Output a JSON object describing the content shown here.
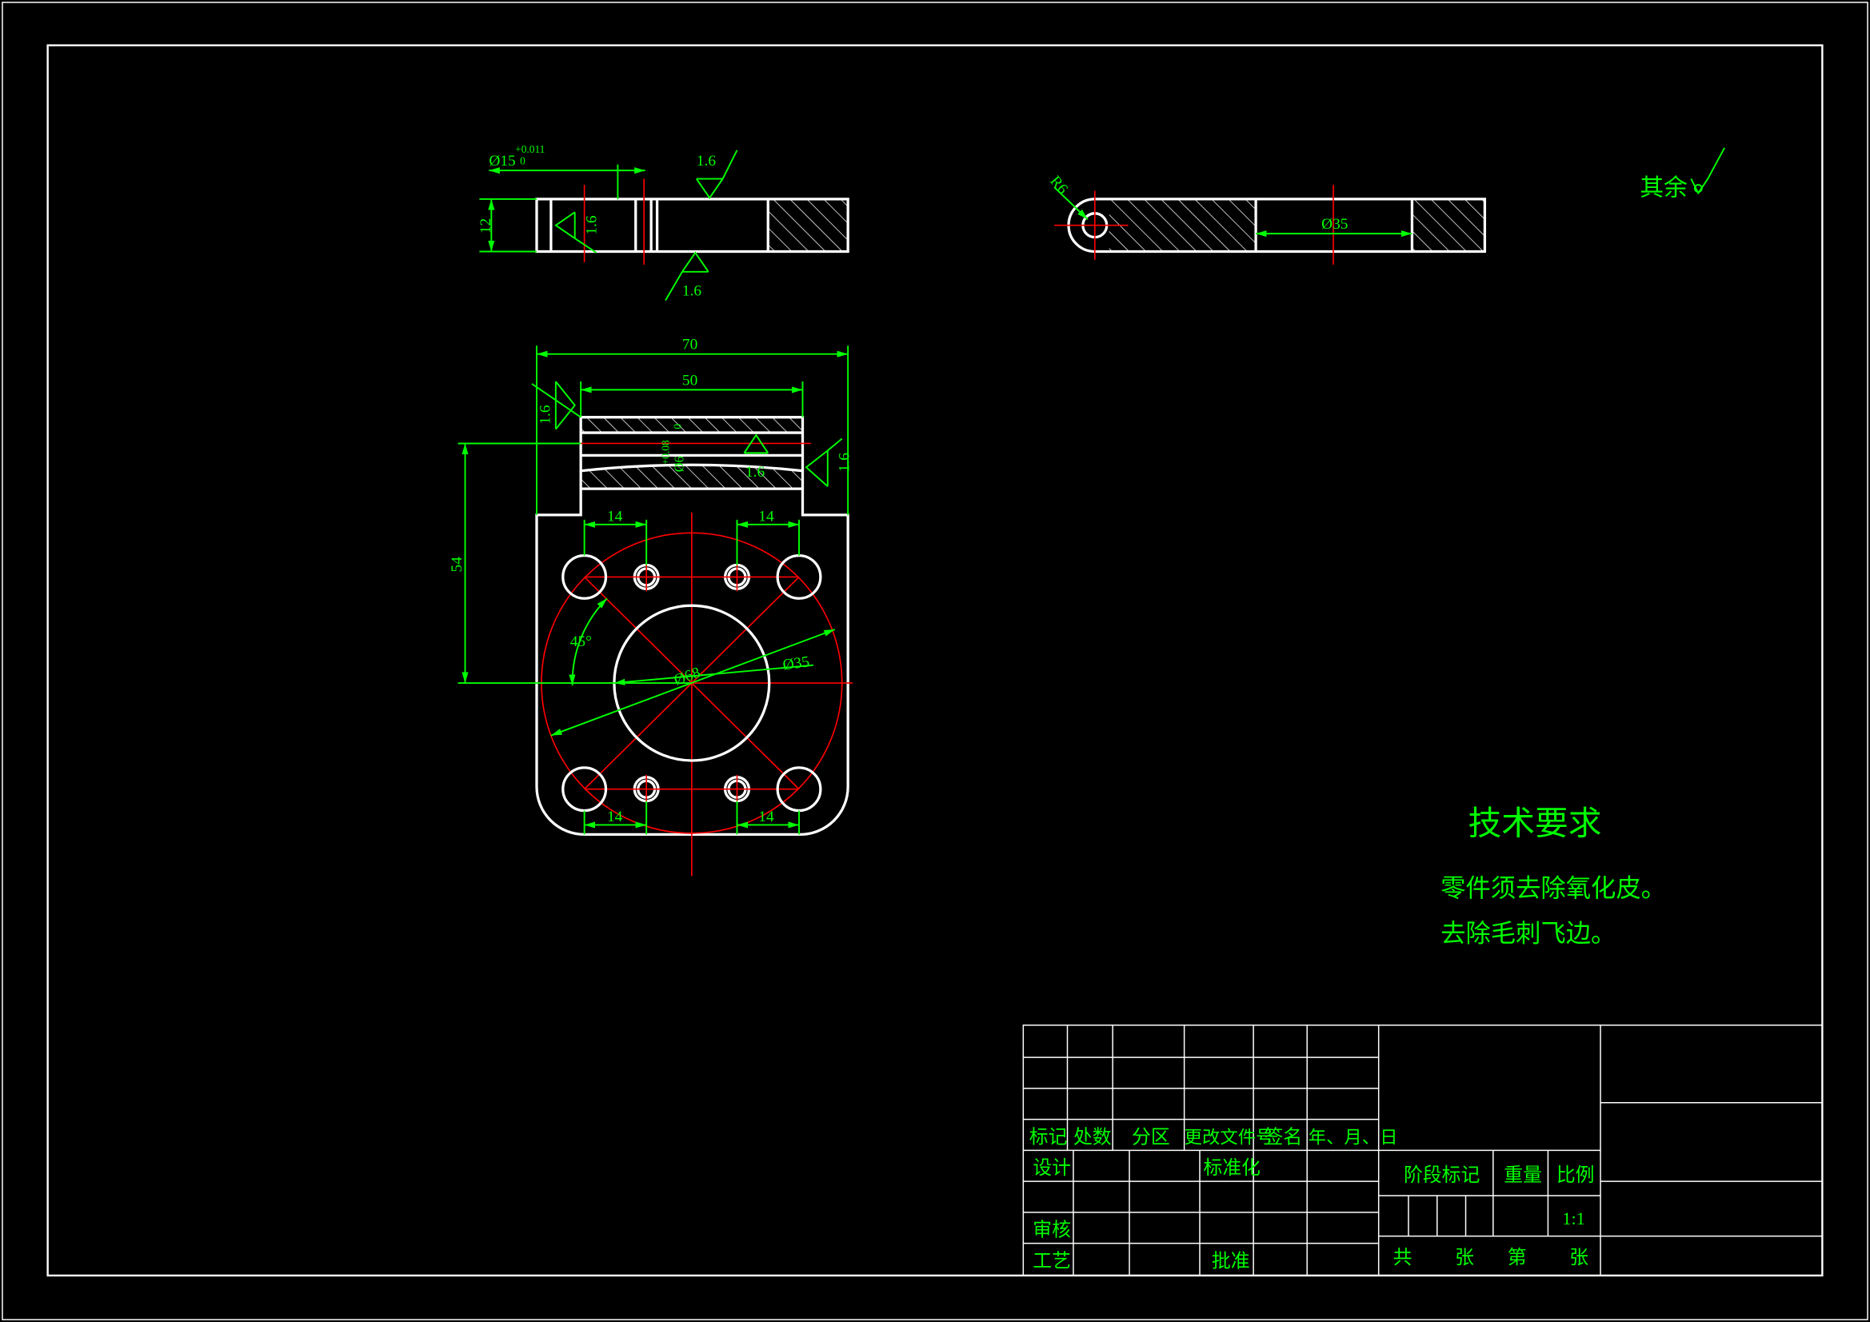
{
  "colors": {
    "background": "#000000",
    "outline": "#ffffff",
    "dimension": "#00ff00",
    "centerline": "#ff0000"
  },
  "top_view": {
    "bore_label": "Ø15",
    "bore_tol_upper": "+0.011",
    "bore_tol_lower": "0",
    "thickness": "12",
    "roughness_top": "1.6",
    "roughness_bottom": "1.6",
    "roughness_inner": "1.6"
  },
  "side_view": {
    "radius_label": "R6",
    "bore_label": "Ø35"
  },
  "roughness_rest": {
    "label": "其余"
  },
  "front_view": {
    "width_overall": "70",
    "width_upper": "50",
    "height": "54",
    "spacing_top_left": "14",
    "spacing_top_right": "14",
    "spacing_bottom_left": "14",
    "spacing_bottom_right": "14",
    "angle": "45°",
    "pitch_circle": "Ø68",
    "center_bore": "Ø35",
    "slot_label": "Ø6",
    "slot_tol_upper": "+0.08",
    "slot_tol_lower": "0",
    "roughness_left": "1.6",
    "roughness_right": "1.6",
    "roughness_slot": "1.6"
  },
  "tech_requirements": {
    "title": "技术要求",
    "lines": [
      "零件须去除氧化皮。",
      "去除毛刺飞边。"
    ]
  },
  "title_block": {
    "mark": "标记",
    "count": "处数",
    "zone": "分区",
    "change_doc": "更改文件号",
    "signature": "签名",
    "date": "年、月、日",
    "design": "设计",
    "standardization": "标准化",
    "review": "审核",
    "process": "工艺",
    "approve": "批准",
    "stage_mark": "阶段标记",
    "weight": "重量",
    "scale": "比例",
    "scale_value": "1:1",
    "total": "共",
    "sheets": "张",
    "sheet_no": "第",
    "sheets2": "张"
  }
}
